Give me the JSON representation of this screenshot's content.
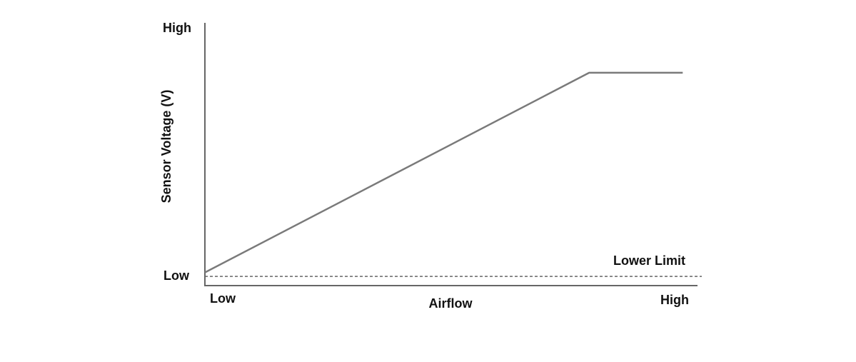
{
  "chart_data": {
    "type": "line",
    "title": "",
    "xlabel": "Airflow",
    "ylabel": "Sensor Voltage (V)",
    "x_tick_labels": {
      "low": "Low",
      "high": "High"
    },
    "y_tick_labels": {
      "low": "Low",
      "high": "High"
    },
    "xlim": [
      0,
      1
    ],
    "ylim": [
      0,
      1
    ],
    "grid": false,
    "series": [
      {
        "x": [
          0,
          0.78,
          0.97
        ],
        "y": [
          0.05,
          0.81,
          0.81
        ],
        "color": "#7a7a7a"
      }
    ],
    "reference_lines": [
      {
        "label": "Lower Limit",
        "y": 0.035,
        "style": "dashed",
        "color": "#666666"
      }
    ],
    "axis_color": "#666666"
  }
}
